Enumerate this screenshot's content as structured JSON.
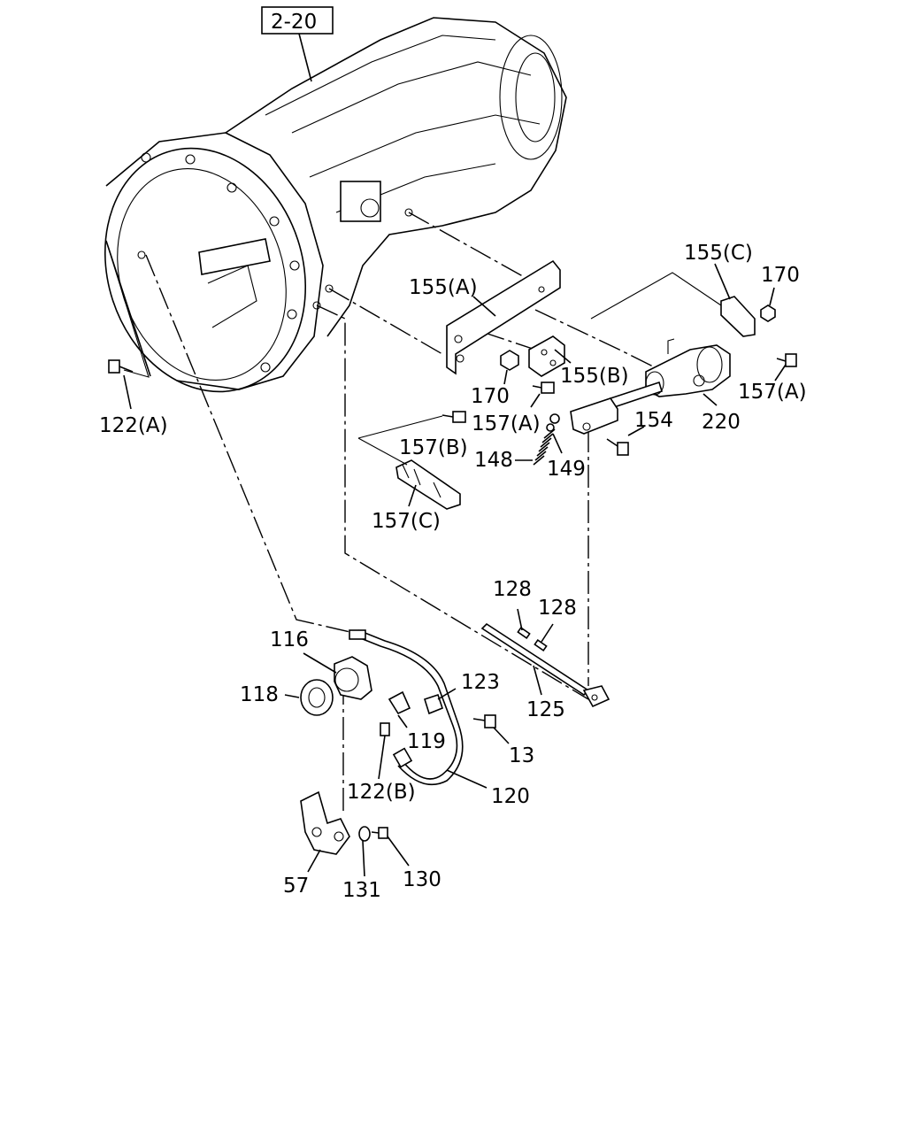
{
  "diagram": {
    "ref_box": "2-20",
    "labels": {
      "p155a": "155(A)",
      "p155b": "155(B)",
      "p155c": "155(C)",
      "p170a": "170",
      "p170b": "170",
      "p157a1": "157(A)",
      "p157a2": "157(A)",
      "p157b": "157(B)",
      "p157c": "157(C)",
      "p122a": "122(A)",
      "p122b": "122(B)",
      "p220": "220",
      "p154": "154",
      "p148": "148",
      "p149": "149",
      "p128a": "128",
      "p128b": "128",
      "p125": "125",
      "p116": "116",
      "p118": "118",
      "p123": "123",
      "p119": "119",
      "p13": "13",
      "p120": "120",
      "p57": "57",
      "p131": "131",
      "p130": "130"
    }
  }
}
